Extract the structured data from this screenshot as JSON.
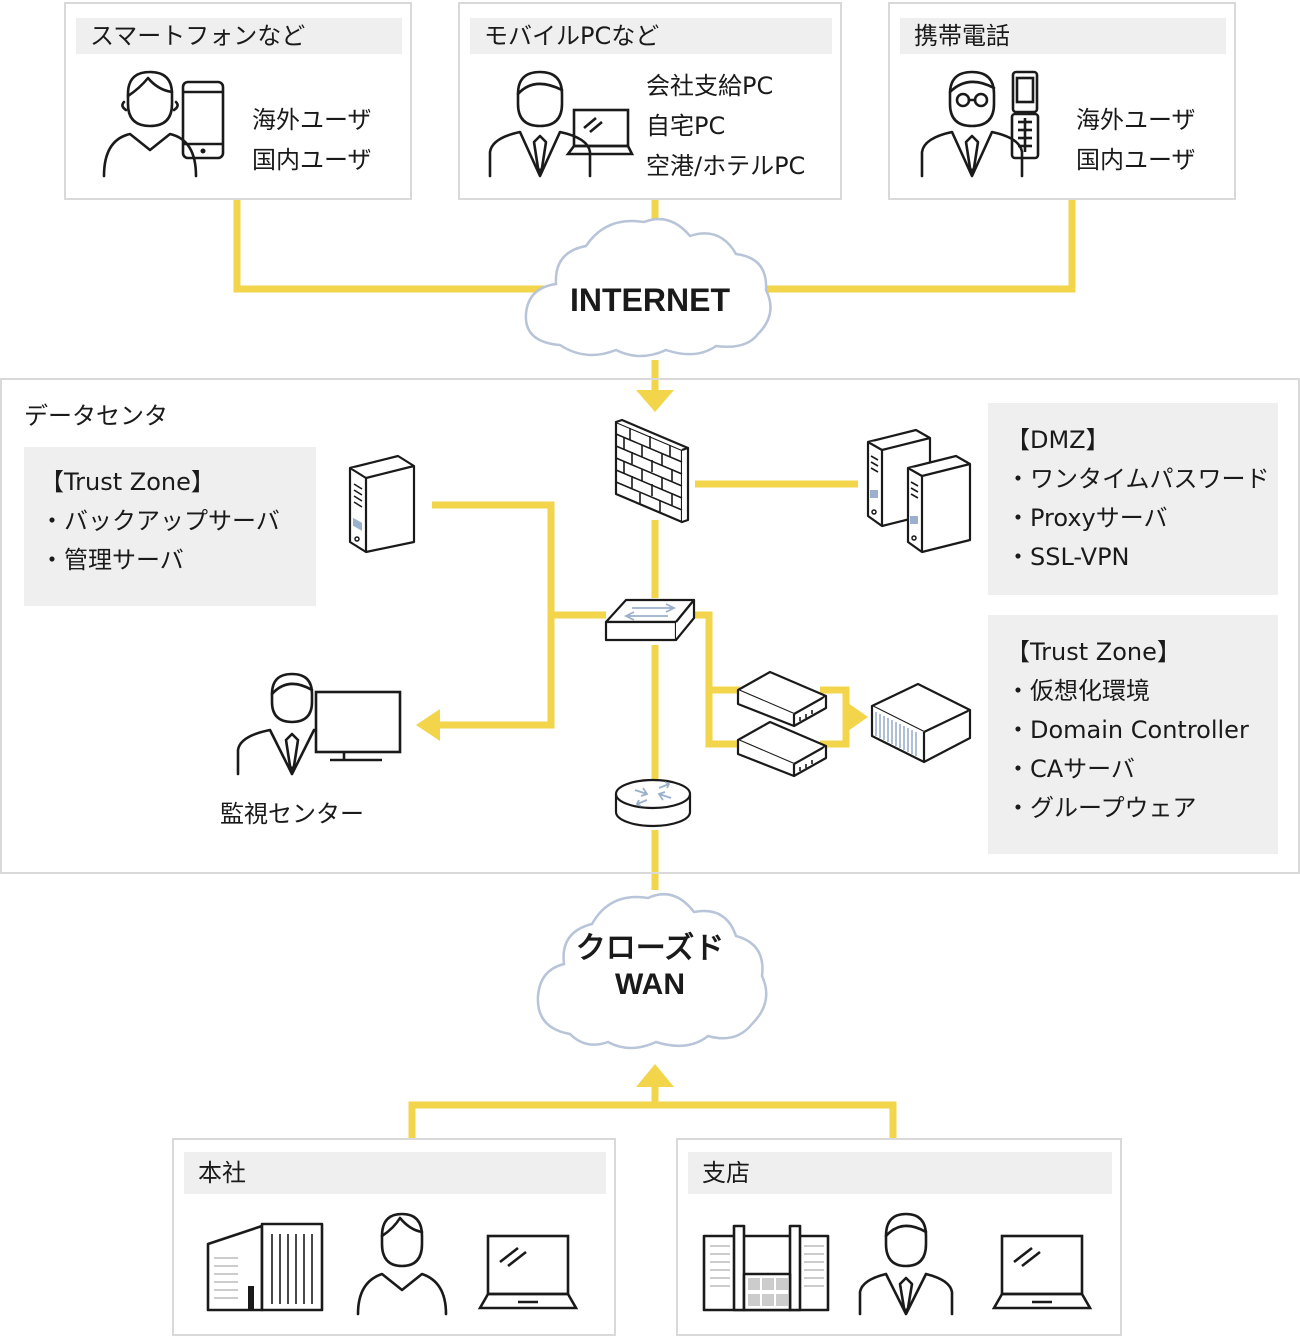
{
  "colors": {
    "connector": "#f2d54a",
    "box_border": "#d9d9d9",
    "panel_gray": "#efefef",
    "cloud_stroke": "#b8c4d8"
  },
  "top_groups": [
    {
      "title": "スマートフォンなど",
      "lines": [
        "海外ユーザ",
        "国内ユーザ"
      ],
      "icons": [
        "user-icon",
        "smartphone-icon"
      ]
    },
    {
      "title": "モバイルPCなど",
      "lines": [
        "会社支給PC",
        "自宅PC",
        "空港/ホテルPC"
      ],
      "icons": [
        "business-user-icon",
        "laptop-icon"
      ]
    },
    {
      "title": "携帯電話",
      "lines": [
        "海外ユーザ",
        "国内ユーザ"
      ],
      "icons": [
        "business-user-glasses-icon",
        "flip-phone-icon"
      ]
    }
  ],
  "internet": {
    "label": "INTERNET"
  },
  "datacenter": {
    "title": "データセンタ",
    "trust_left": {
      "title": "【Trust Zone】",
      "items": [
        "・バックアップサーバ",
        "・管理サーバ"
      ]
    },
    "dmz": {
      "title": "【DMZ】",
      "items": [
        "・ワンタイムパスワード",
        "・Proxyサーバ",
        "・SSL-VPN"
      ]
    },
    "trust_right": {
      "title": "【Trust Zone】",
      "items": [
        "・仮想化環境",
        "・Domain Controller",
        "・CAサーバ",
        "・グループウェア"
      ]
    },
    "monitor_label": "監視センター"
  },
  "wan": {
    "line1": "クローズド",
    "line2": "WAN"
  },
  "bottom_groups": [
    {
      "title": "本社",
      "icons": [
        "office-building-icon",
        "user-icon",
        "laptop-icon"
      ]
    },
    {
      "title": "支店",
      "icons": [
        "branch-building-icon",
        "business-user-icon",
        "laptop-icon"
      ]
    }
  ]
}
